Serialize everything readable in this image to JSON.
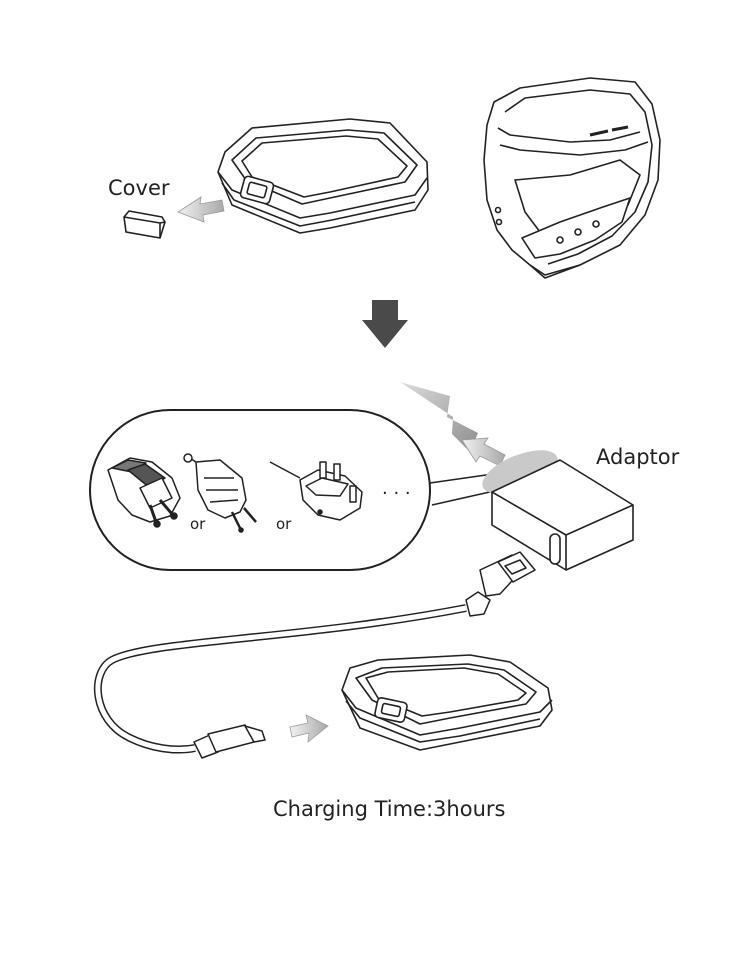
{
  "labels": {
    "cover": "Cover",
    "adaptor": "Adaptor",
    "or_1": "or",
    "or_2": "or",
    "ellipsis": "· · ·",
    "charging_time": "Charging Time:3hours"
  },
  "colors": {
    "line": "#222222",
    "arrow_dark": "#4a4a4a",
    "arrow_light": "#b5b5b5",
    "highlight": "#c9c9c9"
  }
}
